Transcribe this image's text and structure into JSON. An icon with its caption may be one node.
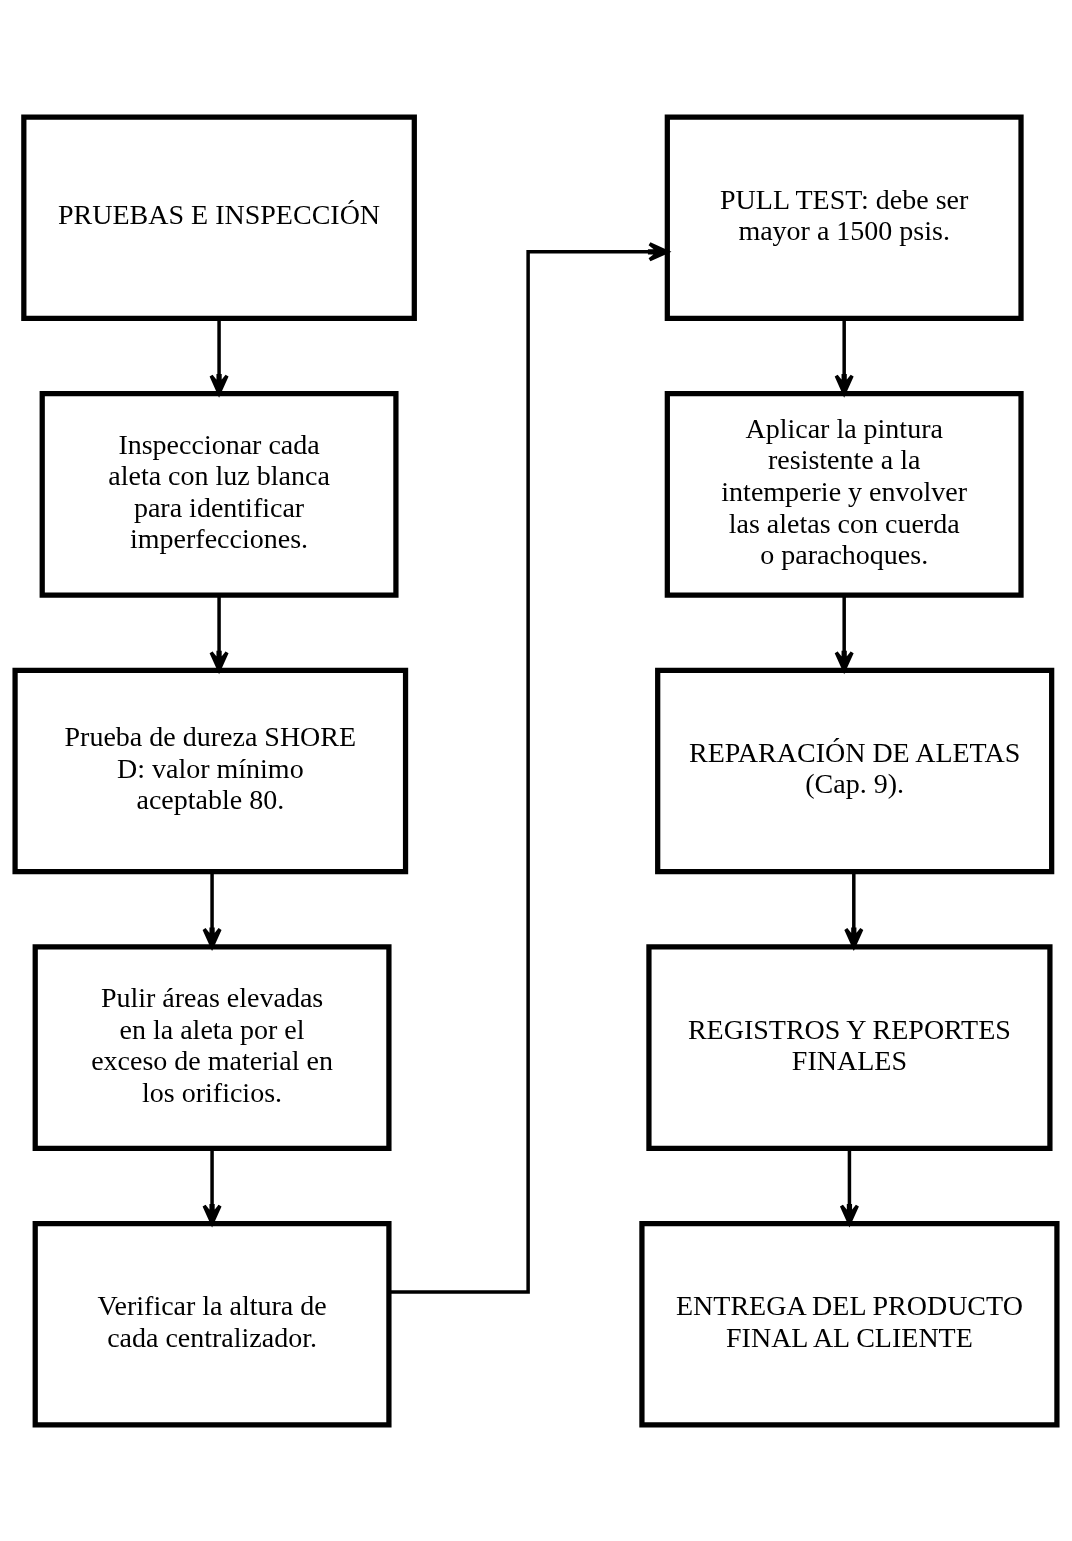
{
  "diagram": {
    "nodes": [
      {
        "text": [
          "PRUEBAS E INSPECCIÓN"
        ]
      },
      {
        "text": [
          "Inspeccionar cada aleta con luz blanca para identificar imperfecciones."
        ]
      },
      {
        "text": [
          "Prueba de dureza SHORE D: valor mínimo aceptable 80."
        ]
      },
      {
        "text": [
          "Pulir áreas elevadas en la aleta por el exceso de material en los orificios."
        ]
      },
      {
        "text": [
          "Verificar la altura de cada centralizador."
        ]
      },
      {
        "text": [
          "PULL TEST: debe ser mayor a 1500 psis."
        ]
      },
      {
        "text": [
          "Aplicar la pintura resistente a la intemperie y envolver las aletas con cuerda o parachoques."
        ]
      },
      {
        "text": [
          "REPARACIÓN DE ALETAS (Cap. 9)."
        ]
      },
      {
        "text": [
          "REGISTROS Y REPORTES FINALES"
        ]
      },
      {
        "text": [
          "ENTREGA DEL PRODUCTO FINAL AL CLIENTE"
        ]
      }
    ],
    "edges": [
      {
        "from": 0,
        "to": 1,
        "arrow": "to"
      },
      {
        "from": 1,
        "to": 2,
        "arrow": "to"
      },
      {
        "from": 2,
        "to": 3,
        "arrow": "to"
      },
      {
        "from": 3,
        "to": 4,
        "arrow": "to"
      },
      {
        "from": 4,
        "to": 5,
        "arrow": "to"
      },
      {
        "from": 5,
        "to": 6,
        "arrow": "to"
      },
      {
        "from": 6,
        "to": 7,
        "arrow": "to"
      },
      {
        "from": 7,
        "to": 8,
        "arrow": "to"
      },
      {
        "from": 8,
        "to": 9,
        "arrow": "to"
      }
    ]
  }
}
